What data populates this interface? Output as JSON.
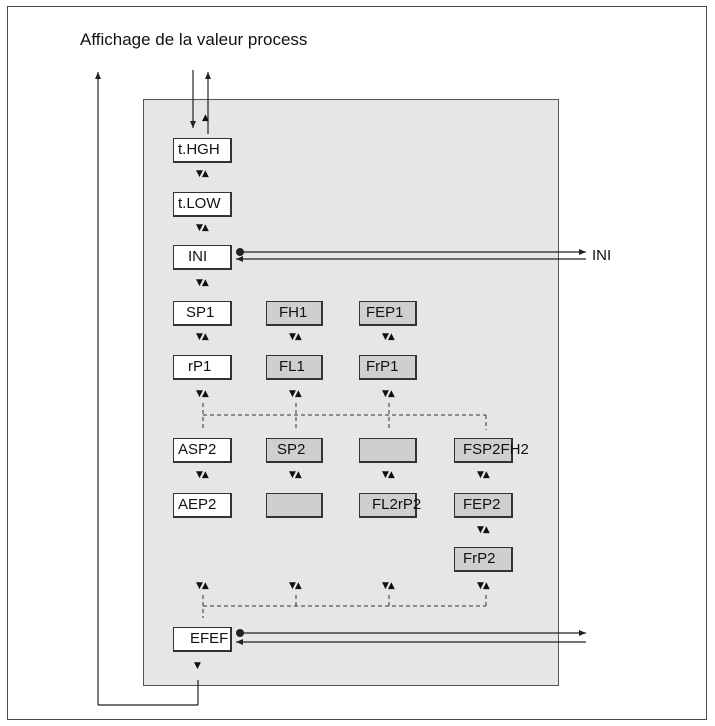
{
  "diagram": {
    "title": "Affichage de la valeur process",
    "ini_side_label": "INI",
    "nav_glyph": "▼▲",
    "down_glyph": "▼",
    "up_glyph": "▲",
    "boxes": {
      "t_hgh": "t.HGH",
      "t_low": "t.LOW",
      "ini": "INI",
      "sp1": "SP1",
      "fh1": "FH1",
      "fep1": "FEP1",
      "rp1": "rP1",
      "fl1": "FL1",
      "frp1": "FrP1",
      "asp2": "ASP2",
      "sp2": "SP2",
      "blank_r1": "",
      "fsp2fh2": "FSP2FH2",
      "aep2": "AEP2",
      "blank_r2": "",
      "fl2rp2": "FL2rP2",
      "fep2": "FEP2",
      "frp2": "FrP2",
      "efef": "EFEF"
    }
  }
}
